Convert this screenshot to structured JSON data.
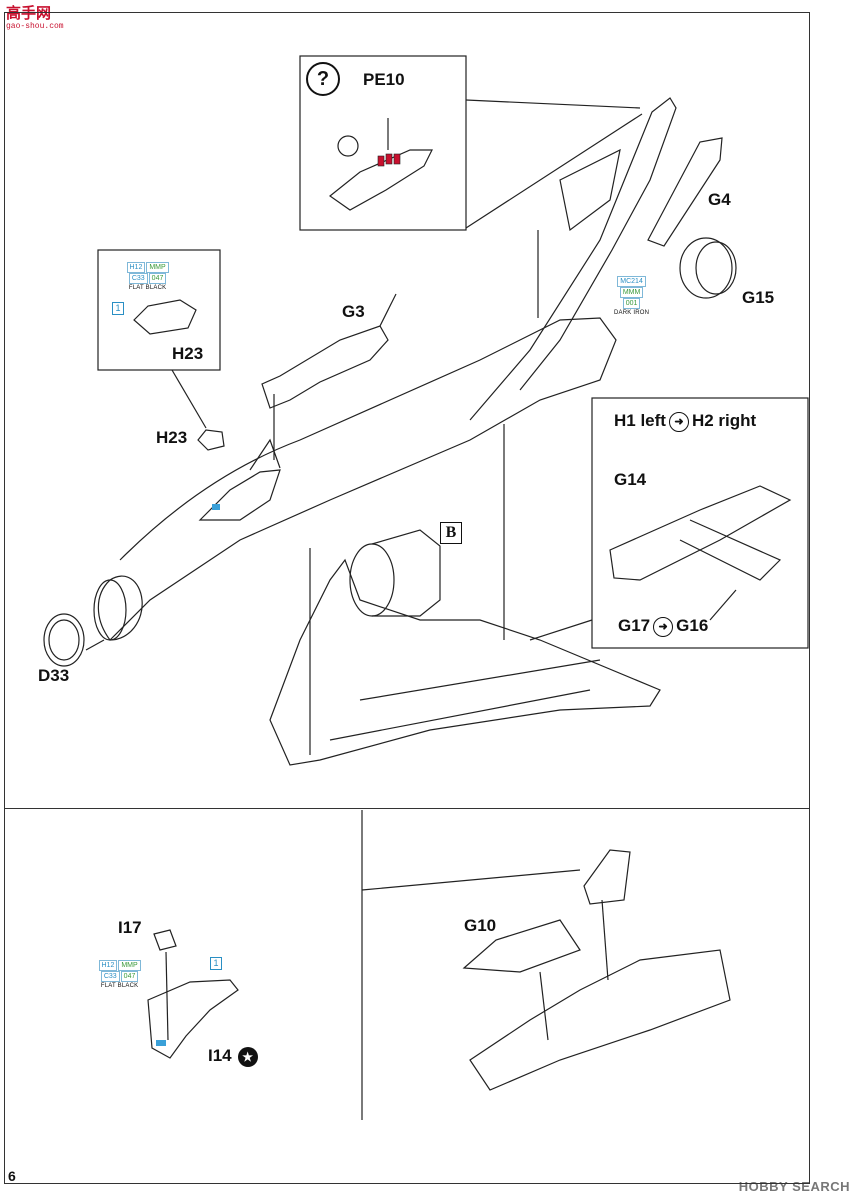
{
  "site": {
    "logo": "高手网",
    "logo_sub": "gao-shou.com",
    "watermark": "HOBBY SEARCH"
  },
  "page_number": "6",
  "labels": {
    "pe10": "PE10",
    "g4": "G4",
    "g15": "G15",
    "g3": "G3",
    "h23_box": "H23",
    "h23": "H23",
    "d33": "D33",
    "b_marker": "B",
    "h1": "H1 left",
    "h2": "H2 right",
    "g14": "G14",
    "g17": "G17",
    "g16": "G16",
    "i17": "I17",
    "i14": "I14",
    "g10": "G10",
    "question": "?"
  },
  "paints": {
    "h23_paint": {
      "c1": "H12",
      "c2": "MMP",
      "c3": "C33",
      "c4": "047",
      "name": "FLAT BLACK"
    },
    "g15_paint": {
      "c1": "MC214",
      "c2": "MMM",
      "c3": "001",
      "name": "DARK IRON"
    },
    "i17_paint": {
      "c1": "H12",
      "c2": "MMP",
      "c3": "C33",
      "c4": "047",
      "name": "FLAT BLACK"
    }
  },
  "step_markers": {
    "one_a": "1",
    "one_b": "1"
  },
  "colors": {
    "accent_blue": "#2a8fc4",
    "accent_green": "#3a9a3a",
    "pe_red": "#c8102e",
    "line": "#222222"
  }
}
